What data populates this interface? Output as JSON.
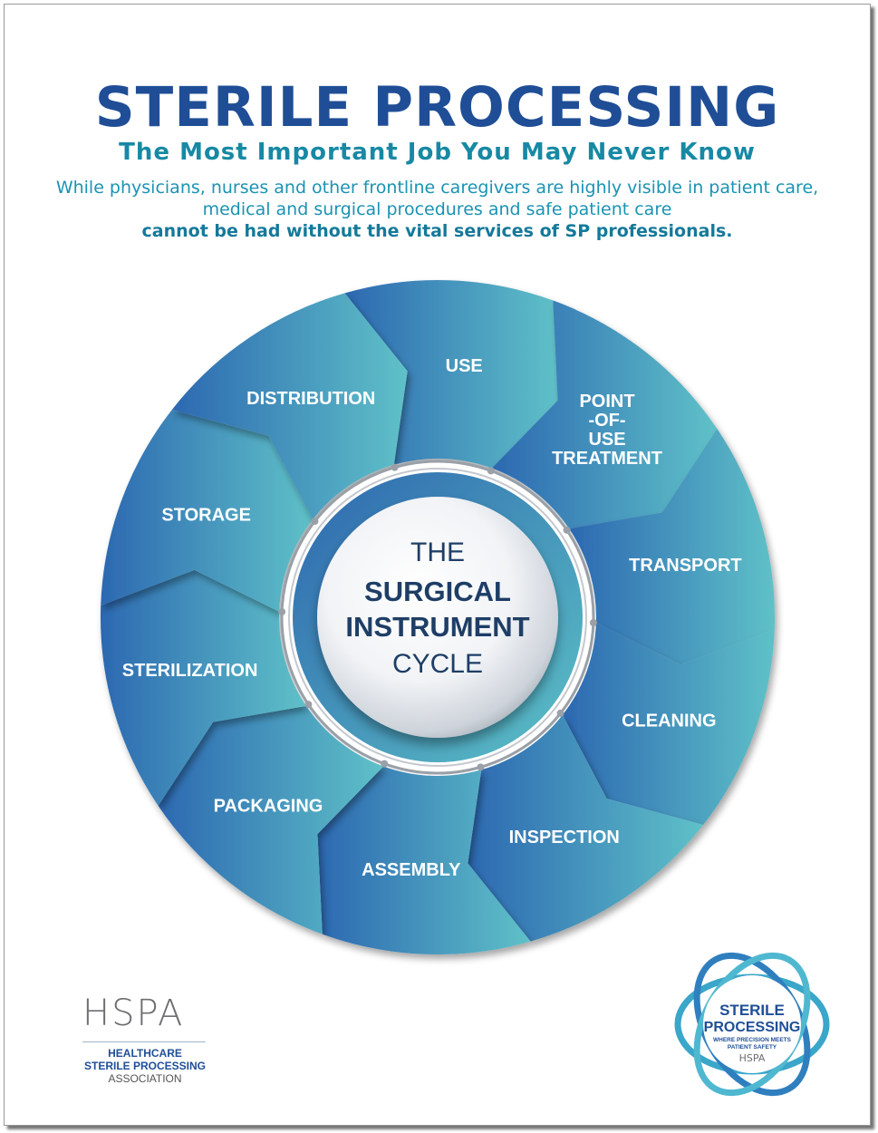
{
  "header": {
    "title": "STERILE PROCESSING",
    "subtitle": "The Most Important Job You May Never Know",
    "intro": "While physicians, nurses and other frontline caregivers are highly visible in patient care, medical and surgical procedures and safe patient care",
    "intro_bold": "cannot be had without the vital services of SP professionals."
  },
  "cycle": {
    "center": {
      "line1": "THE",
      "line2": "SURGICAL",
      "line3": "INSTRUMENT",
      "line4": "CYCLE"
    },
    "steps": [
      {
        "label": "USE"
      },
      {
        "label": "POINT -OF- USE TREATMENT",
        "lines": [
          "POINT",
          "-OF-",
          "USE",
          "TREATMENT"
        ]
      },
      {
        "label": "TRANSPORT"
      },
      {
        "label": "CLEANING"
      },
      {
        "label": "INSPECTION"
      },
      {
        "label": "ASSEMBLY"
      },
      {
        "label": "PACKAGING"
      },
      {
        "label": "STERILIZATION"
      },
      {
        "label": "STORAGE"
      },
      {
        "label": "DISTRIBUTION"
      }
    ],
    "colors": {
      "gradient_dark": "#2c68b1",
      "gradient_light": "#5fc1c8",
      "center_text": "#1e3e66"
    }
  },
  "hspa_logo": {
    "letters": "HSPA",
    "line1": "HEALTHCARE",
    "line2": "STERILE PROCESSING",
    "line3": "ASSOCIATION"
  },
  "seal": {
    "line1": "STERILE",
    "line2": "PROCESSING",
    "tagline1": "WHERE PRECISION MEETS",
    "tagline2": "PATIENT SAFETY",
    "mark": "HSPA"
  }
}
